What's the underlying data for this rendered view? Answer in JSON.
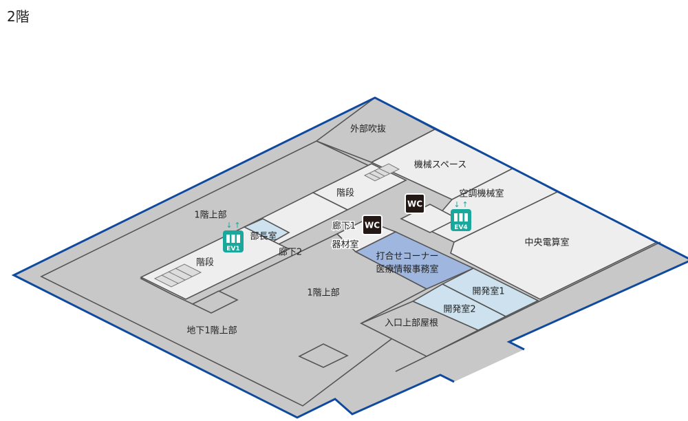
{
  "floor": {
    "title": "2階"
  },
  "colors": {
    "outline": "#0f4a9e",
    "void": "#c8c8c8",
    "room": "#eeeeee",
    "meeting": "#9fb6de",
    "dev": "#cde2ee",
    "elevator": "#1aa89c",
    "wc": "#231815"
  },
  "rooms": {
    "exterior_void": "外部吹抜",
    "machine_space": "機械スペース",
    "hvac_room": "空調機械室",
    "central_computer": "中央電算室",
    "stairs_north": "階段",
    "first_floor_upper_nw": "1階上部",
    "manager_room": "部長室",
    "corridor1": "廊下1",
    "equipment_room": "器材室",
    "corridor2": "廊下2",
    "stairs_west": "階段",
    "meeting_corner": "打合せコーナー",
    "medical_info_office": "医療情報事務室",
    "first_floor_upper_center": "1階上部",
    "dev_room1": "開発室1",
    "dev_room2": "開発室2",
    "entrance_roof": "入口上部屋根",
    "basement_upper": "地下1階上部"
  },
  "icons": {
    "wc_label": "WC",
    "ev1_label": "EV1",
    "ev4_label": "EV4"
  }
}
